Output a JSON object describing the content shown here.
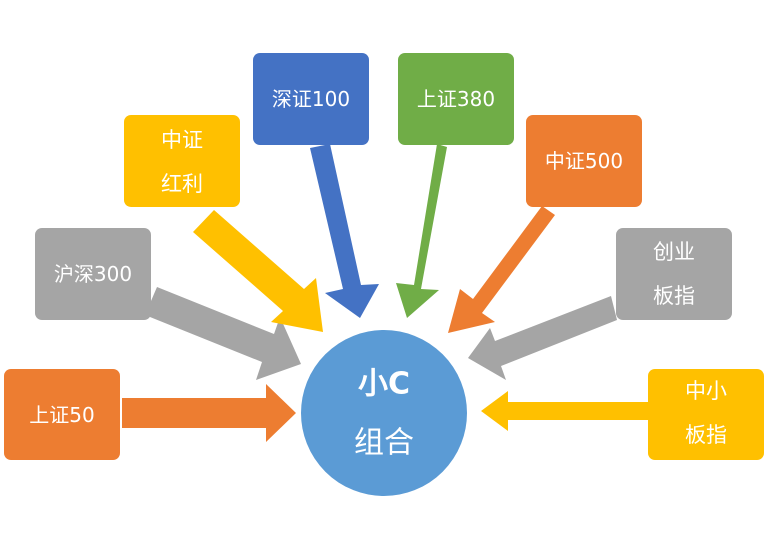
{
  "colors": {
    "orange": "#ED7D31",
    "gray": "#A5A5A5",
    "yellow": "#FFC000",
    "blue": "#4472C4",
    "green": "#70AD47",
    "center": "#5B9BD5"
  },
  "center": {
    "line1": "小C",
    "line2": "组合"
  },
  "indices": {
    "sz50": "上证50",
    "hs300": "沪深300",
    "zzhl": [
      "中证",
      "红利"
    ],
    "sz100": "深证100",
    "sz380": "上证380",
    "zz500": "中证500",
    "cyb": [
      "创业",
      "板指"
    ],
    "zxb": [
      "中小",
      "板指"
    ]
  }
}
